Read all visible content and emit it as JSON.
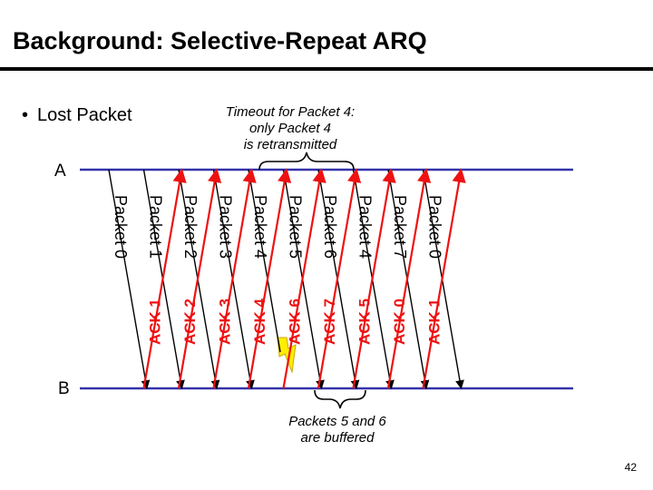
{
  "title": "Background: Selective-Repeat ARQ",
  "bullet": {
    "marker": "•",
    "text": "Lost Packet"
  },
  "notes": {
    "timeout": [
      "Timeout for Packet 4:",
      "only Packet 4",
      "is retransmitted"
    ],
    "buffered": [
      "Packets 5 and 6",
      "are buffered"
    ]
  },
  "hosts": {
    "sender": "A",
    "receiver": "B"
  },
  "colors": {
    "packet": "#000000",
    "ack": "#ee1111",
    "timeline": "#3333aa",
    "lost": "#ffee00"
  },
  "packets": [
    {
      "label": "Packet 0",
      "lost": false
    },
    {
      "label": "Packet 1",
      "lost": false
    },
    {
      "label": "Packet 2",
      "lost": false
    },
    {
      "label": "Packet 3",
      "lost": false
    },
    {
      "label": "Packet 4",
      "lost": true
    },
    {
      "label": "Packet 5",
      "lost": false
    },
    {
      "label": "Packet 6",
      "lost": false
    },
    {
      "label": "Packet 4",
      "lost": false
    },
    {
      "label": "Packet 7",
      "lost": false
    },
    {
      "label": "Packet 0",
      "lost": false
    }
  ],
  "acks": [
    "ACK 1",
    "ACK 2",
    "ACK 3",
    "ACK 4",
    "ACK 6",
    "ACK 7",
    "ACK 5",
    "ACK 0",
    "ACK 1"
  ],
  "page_number": "42"
}
